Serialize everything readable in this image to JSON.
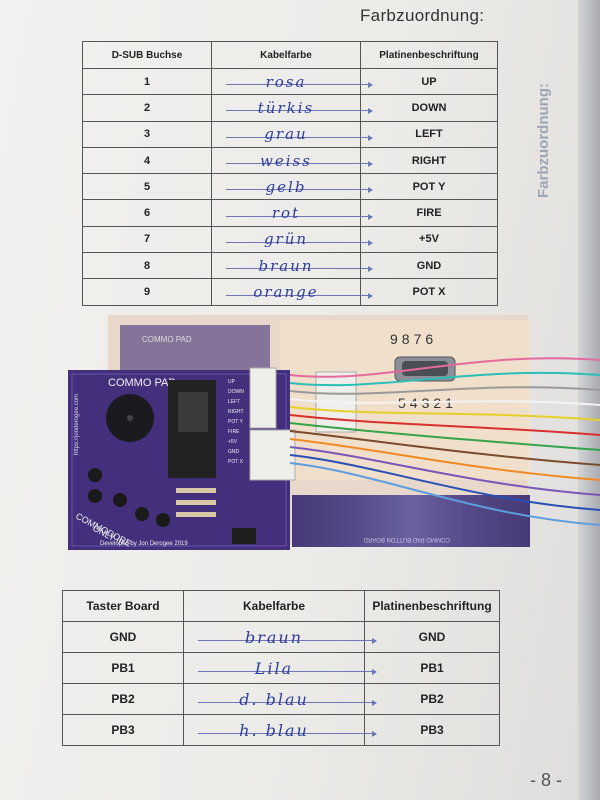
{
  "document": {
    "title": "Farbzuordnung:",
    "side_title": "Farbzuordnung:",
    "page_number": "- 8 -"
  },
  "dsub_table": {
    "headers": [
      "D-SUB Buchse",
      "Kabelfarbe",
      "Platinenbeschriftung"
    ],
    "rows": [
      {
        "pin": "1",
        "color": "rosa",
        "label": "UP"
      },
      {
        "pin": "2",
        "color": "türkis",
        "label": "DOWN"
      },
      {
        "pin": "3",
        "color": "grau",
        "label": "LEFT"
      },
      {
        "pin": "4",
        "color": "weiss",
        "label": "RIGHT"
      },
      {
        "pin": "5",
        "color": "gelb",
        "label": "POT Y"
      },
      {
        "pin": "6",
        "color": "rot",
        "label": "FIRE"
      },
      {
        "pin": "7",
        "color": "grün",
        "label": "+5V"
      },
      {
        "pin": "8",
        "color": "braun",
        "label": "GND"
      },
      {
        "pin": "9",
        "color": "orange",
        "label": "POT X"
      }
    ]
  },
  "photo": {
    "board_title": "COMMO PAD",
    "board_title_ghost": "COMMO PAD",
    "url": "https://jonderogee.com",
    "footer": "Developed by Jon Derogee 2019",
    "commodore": "COMMODORE",
    "only": "ONLY !!!",
    "connector_top_digits": "9876",
    "connector_bottom_digits": "54321",
    "button_board_text": "COMMO PAD BUTTON BOARD",
    "pin_labels": [
      "UP",
      "DOWN",
      "LEFT",
      "RIGHT",
      "POT Y",
      "FIRE",
      "+5V",
      "GND",
      "POT X"
    ],
    "wire_colors": [
      "#e46aa0",
      "#2bbfb6",
      "#9a9a9a",
      "#f3f3f3",
      "#e6cf2a",
      "#d8302a",
      "#34a34a",
      "#7a4b2a",
      "#f08a24",
      "#7a55b8",
      "#2a4fb4",
      "#5d9de0"
    ]
  },
  "taster_table": {
    "headers": [
      "Taster Board",
      "Kabelfarbe",
      "Platinenbeschriftung"
    ],
    "rows": [
      {
        "tb": "GND",
        "color": "braun",
        "label": "GND"
      },
      {
        "tb": "PB1",
        "color": "Lila",
        "label": "PB1"
      },
      {
        "tb": "PB2",
        "color": "d. blau",
        "label": "PB2"
      },
      {
        "tb": "PB3",
        "color": "h. blau",
        "label": "PB3"
      }
    ]
  }
}
